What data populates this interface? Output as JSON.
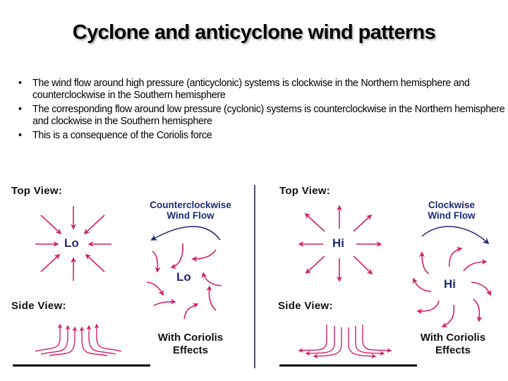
{
  "slide": {
    "title": "Cyclone and anticyclone wind patterns",
    "bullets": [
      "The wind flow around high pressure (anticyclonic) systems is clockwise in the Northern hemisphere and counterclockwise in the Southern hemisphere",
      "The corresponding flow around low pressure (cyclonic) systems is counterclockwise in the Northern hemisphere and clockwise in the Southern hemisphere",
      "This is a consequence of the Coriolis force"
    ]
  },
  "diagram": {
    "colors": {
      "arrow": "#d0206a",
      "label_blue": "#1e2a78",
      "ground": "#000000",
      "divider": "#4a4f6a"
    },
    "low": {
      "top_view_label": "Top View:",
      "center_label": "Lo",
      "flow_label_line1": "Counterclockwise",
      "flow_label_line2": "Wind Flow",
      "coriolis_center_label": "Lo",
      "side_view_label": "Side View:",
      "coriolis_line1": "With Coriolis",
      "coriolis_line2": "Effects"
    },
    "high": {
      "top_view_label": "Top View:",
      "center_label": "Hi",
      "flow_label_line1": "Clockwise",
      "flow_label_line2": "Wind Flow",
      "coriolis_center_label": "Hi",
      "side_view_label": "Side View:",
      "coriolis_line1": "With Coriolis",
      "coriolis_line2": "Effects"
    }
  }
}
